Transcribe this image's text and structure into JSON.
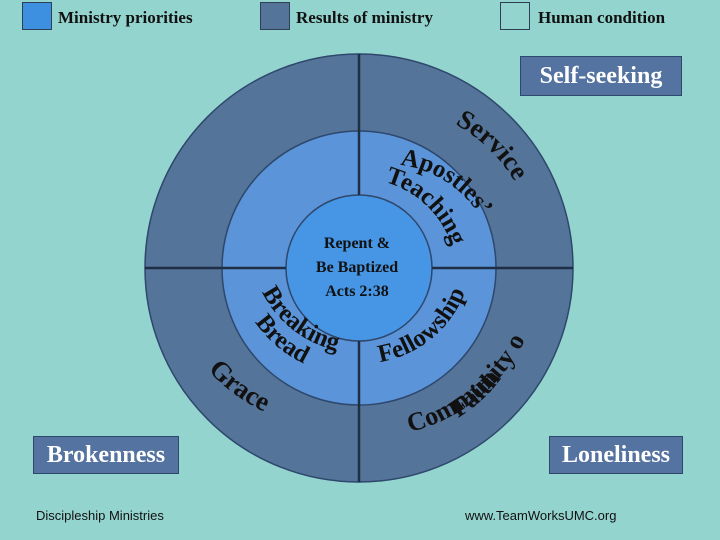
{
  "legend": [
    {
      "label": "Ministry priorities",
      "color": "#3d8fe0"
    },
    {
      "label": "Results of ministry",
      "color": "#557499"
    },
    {
      "label": "Human condition",
      "color": "#94d4cf"
    }
  ],
  "labels": {
    "self_seeking": "Self-seeking",
    "brokenness": "Brokenness",
    "loneliness": "Loneliness"
  },
  "center": {
    "line1": "Repent &",
    "line2": "Be Baptized",
    "line3": "Acts 2:38"
  },
  "ring_text": {
    "service": "Service",
    "apostles": "Apostles’",
    "teaching": "Teaching",
    "fellowship": "Fellowship",
    "breaking": "Breaking",
    "bread": "Bread",
    "grace": "Grace",
    "community": "Community of",
    "faith": "Faith"
  },
  "colors": {
    "background": "#94d4cf",
    "outer_ring": "#557499",
    "inner_ring": "#5b94d8",
    "center": "#4796e6",
    "divider": "#1e2e45",
    "box": "#5473a0"
  },
  "footer": {
    "left": "Discipleship Ministries",
    "right": "www.TeamWorksUMC.org"
  }
}
